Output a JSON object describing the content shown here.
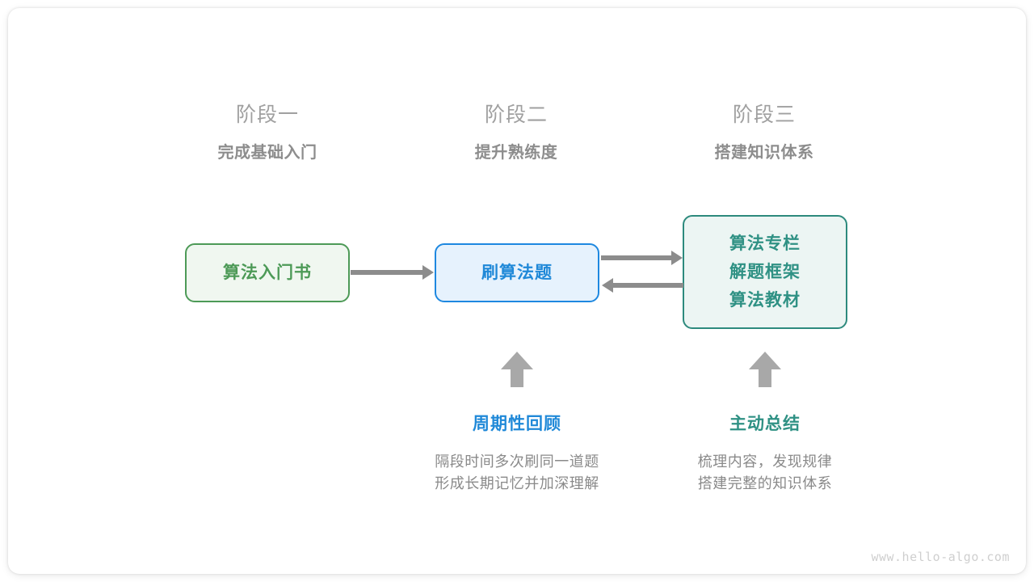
{
  "diagram": {
    "stages": [
      {
        "title": "阶段一",
        "subtitle": "完成基础入门"
      },
      {
        "title": "阶段二",
        "subtitle": "提升熟练度"
      },
      {
        "title": "阶段三",
        "subtitle": "搭建知识体系"
      }
    ],
    "nodes": [
      {
        "id": "book",
        "lines": [
          "算法入门书"
        ],
        "color": "#4d9a57",
        "fill": "#f0f7f0"
      },
      {
        "id": "practice",
        "lines": [
          "刷算法题"
        ],
        "color": "#2089d8",
        "fill": "#e6f2fd"
      },
      {
        "id": "resources",
        "lines": [
          "算法专栏",
          "解题框架",
          "算法教材"
        ],
        "color": "#2f9184",
        "fill": "#ecf5f3"
      }
    ],
    "connectors": [
      {
        "id": "book-to-practice",
        "direction": "right"
      },
      {
        "id": "practice-to-resources",
        "direction": "right"
      },
      {
        "id": "resources-to-practice",
        "direction": "left"
      }
    ],
    "annotations": [
      {
        "id": "review",
        "title": "周期性回顾",
        "color": "#2089d8",
        "desc_line_1": "隔段时间多次刷同一道题",
        "desc_line_2": "形成长期记忆并加深理解"
      },
      {
        "id": "summary",
        "title": "主动总结",
        "color": "#2f9184",
        "desc_line_1": "梳理内容，发现规律",
        "desc_line_2": "搭建完整的知识体系"
      }
    ],
    "watermark": "www.hello-algo.com"
  }
}
